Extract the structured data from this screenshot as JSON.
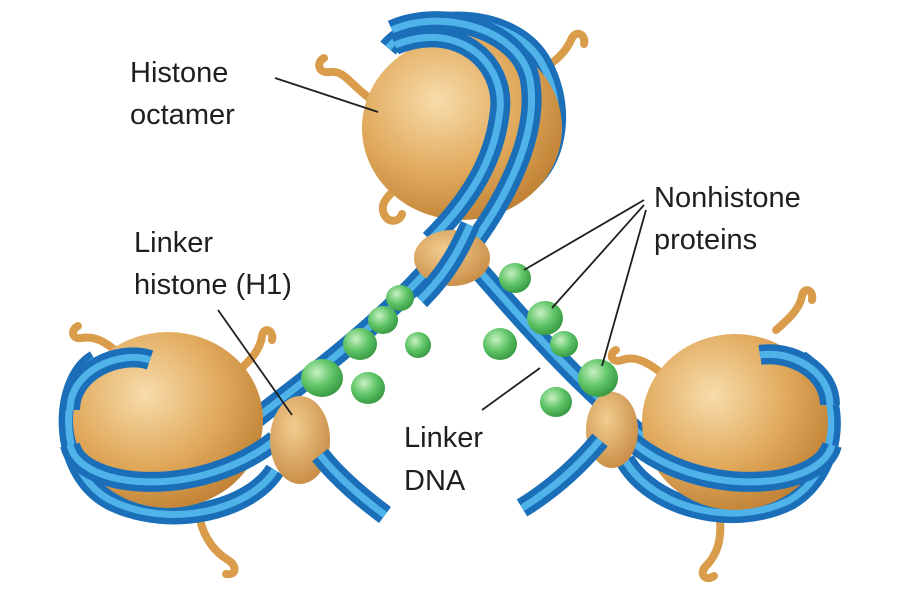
{
  "labels": {
    "histone_octamer_line1": "Histone",
    "histone_octamer_line2": "octamer",
    "linker_histone_line1": "Linker",
    "linker_histone_line2": "histone (H1)",
    "nonhistone_line1": "Nonhistone",
    "nonhistone_line2": "proteins",
    "linker_dna_line1": "Linker",
    "linker_dna_line2": "DNA"
  },
  "colors": {
    "dna_dark": "#1a6fb8",
    "dna_light": "#4fb3ea",
    "histone_core": "#e0a85a",
    "histone_highlight": "#f7dcab",
    "nonhistone_green": "#5ec466",
    "text": "#1f1f1f"
  }
}
